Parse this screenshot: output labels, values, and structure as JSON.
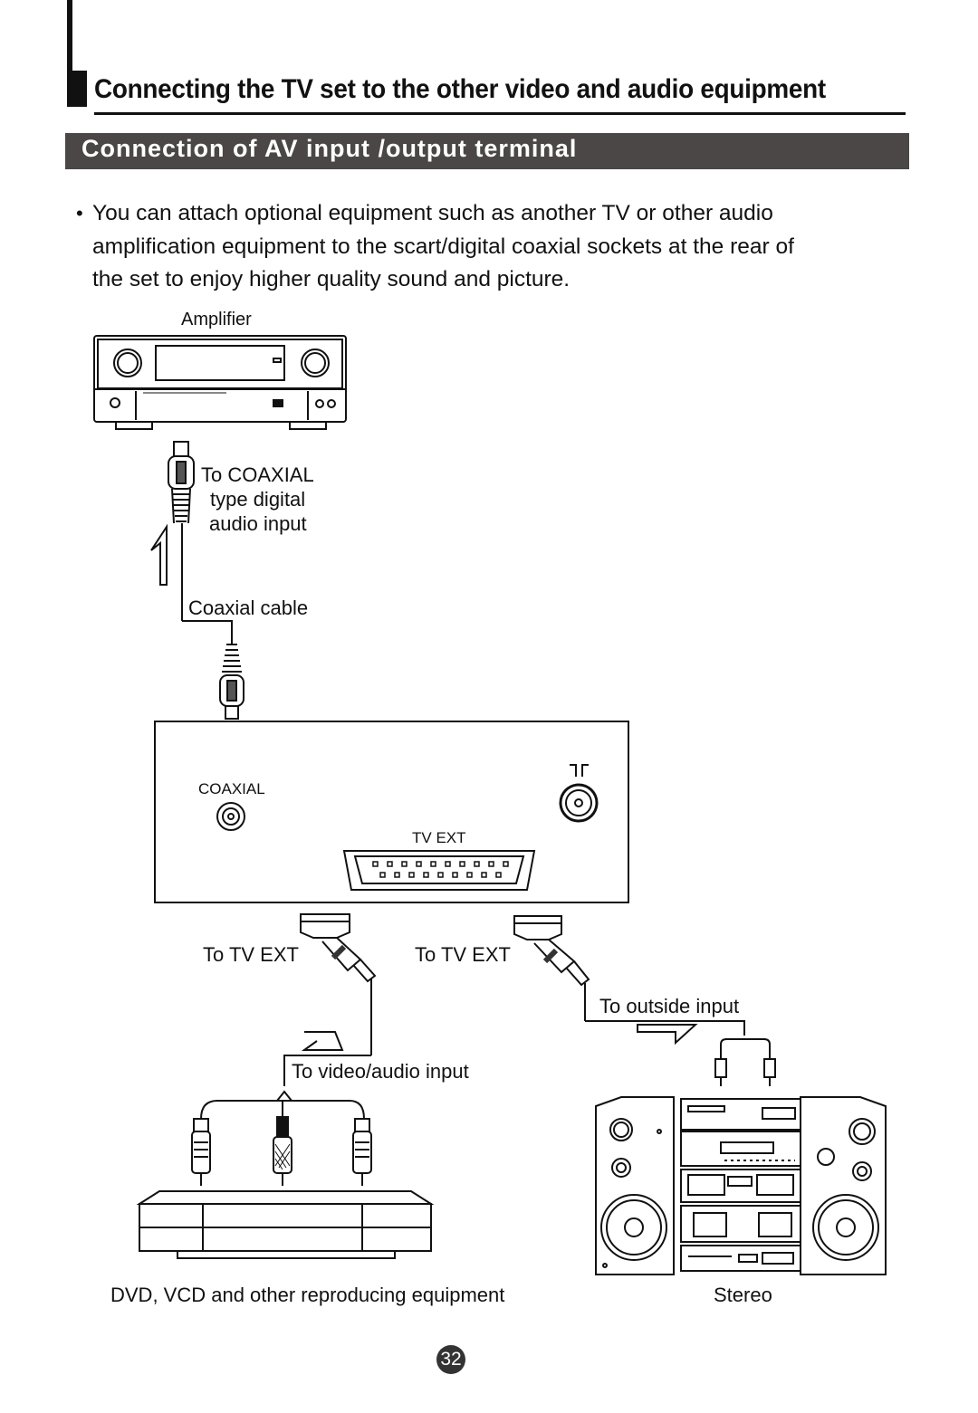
{
  "header": {
    "title": "Connecting the TV set to the other video and audio equipment",
    "section": "Connection of AV input /output terminal"
  },
  "intro": {
    "bullet": "•",
    "text": "You can attach optional equipment such as another TV or other audio amplification equipment to the scart/digital coaxial sockets at the rear of the set to enjoy higher quality sound and picture."
  },
  "diagram": {
    "amplifier_label": "Amplifier",
    "coaxial_target_line1": "To COAXIAL",
    "coaxial_target_line2": "type digital",
    "coaxial_target_line3": "audio input",
    "coaxial_cable_label": "Coaxial cable",
    "panel_coaxial_label": "COAXIAL",
    "panel_tvext_label": "TV EXT",
    "to_tv_ext_left": "To TV EXT",
    "to_tv_ext_right": "To TV EXT",
    "to_outside_input": "To outside input",
    "to_video_audio_input": "To video/audio input",
    "dvd_label": "DVD, VCD and other reproducing equipment",
    "stereo_label": "Stereo"
  },
  "footer": {
    "page_number": "32"
  }
}
